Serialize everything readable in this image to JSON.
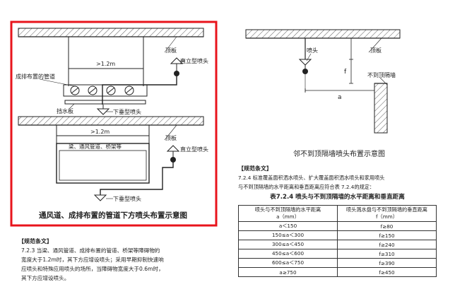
{
  "left_diagram": {
    "label_dimension_top": ">1.2m",
    "label_dimension_bottom": ">1.2m",
    "label_ceiling_top": "顶板",
    "label_ceiling_bottom": "顶板",
    "label_upright_sprinkler_top": "直立型喷头",
    "label_upright_sprinkler_bottom": "直立型喷头",
    "label_pipes": "成排布置的管道",
    "label_water_plate": "挡水板",
    "label_pendent_sprinkler_top": "下垂型喷头",
    "label_pendent_sprinkler_bottom": "下垂型喷头",
    "label_obstruction": "梁、通风管道、桥架等",
    "caption": "通风道、成排布置的管道下方喷头布置示意图"
  },
  "left_note": {
    "heading": "【规范条文】",
    "lines": [
      "7.2.3 当梁、通风管道、成排布置的管道、桥架等障碍物的",
      "宽度大于1.2m时，其下方应增设喷头；采用早期抑制快速响",
      "应喷头和特殊应用喷头的场所，当障碍物宽度大于0.6m时，",
      "其下方应增设喷头。"
    ]
  },
  "right_diagram": {
    "label_ceiling": "顶板",
    "label_sprinkler": "喷头",
    "label_f": "f",
    "label_a": "a",
    "label_partition": "不到顶隔墙",
    "caption": "邻不到顶隔墙喷头布置示意图"
  },
  "right_note": {
    "heading": "【规范条文】",
    "lines": [
      "7.2.4 标准覆盖面积洒水喷头、扩大覆盖面积洒水喷头和家用喷头",
      "与不到顶隔墙的水平距离和垂直距离应符合表 7.2.4的规定："
    ],
    "table_title": "表7.2.4 喷头与不到顶隔墙的水平距离和垂直距离",
    "table_header_col1_line1": "喷头与不到顶隔墙的水平距离",
    "table_header_col1_line2": "a（mm）",
    "table_header_col2_line1": "喷头溅水盘与不到顶隔墙的垂直距离",
    "table_header_col2_line2": "f（mm）",
    "rows": [
      [
        "a＜150",
        "f≥80"
      ],
      [
        "150≤a＜300",
        "f≥150"
      ],
      [
        "300≤a＜450",
        "f≥240"
      ],
      [
        "450≤a＜600",
        "f≥310"
      ],
      [
        "600≤a＜750",
        "f≥390"
      ],
      [
        "a≥750",
        "f≥450"
      ]
    ]
  },
  "colors": {
    "highlight_border": "#e8141c",
    "line": "#222222"
  }
}
